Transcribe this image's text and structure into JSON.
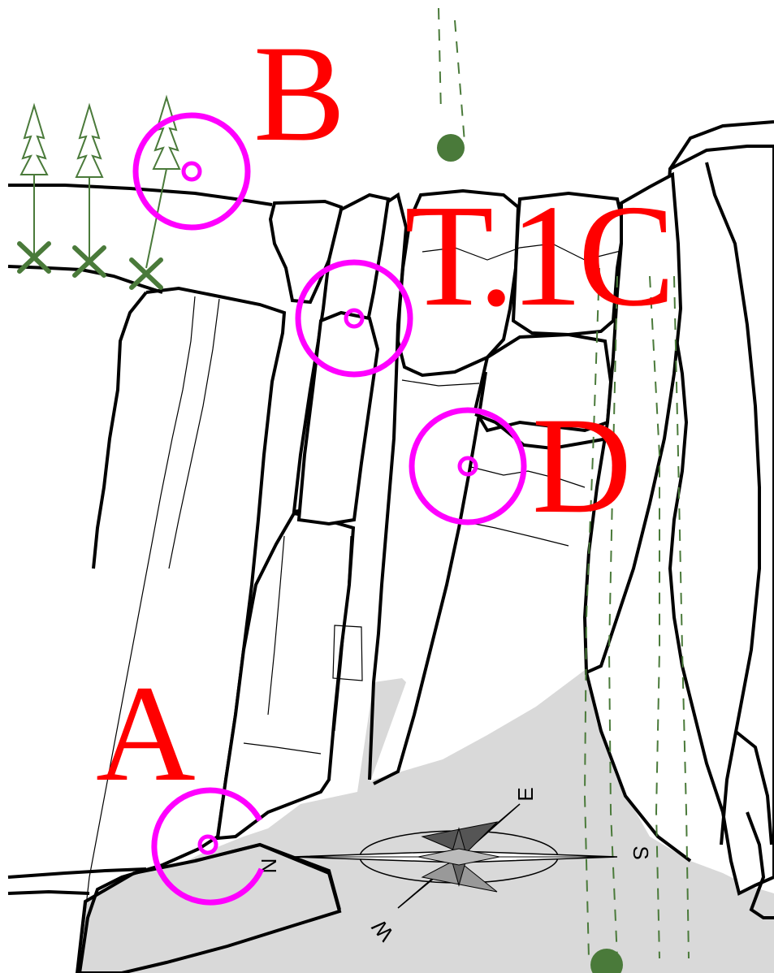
{
  "labels": {
    "b": "B",
    "t1c": "T.1C",
    "d": "D",
    "a": "A"
  },
  "compass": {
    "n": "N",
    "e": "E",
    "s": "S",
    "w": "W"
  },
  "colors": {
    "marker": "#ff00ff",
    "label": "#ff0000",
    "vegetation": "#4a7a3a",
    "ground": "#d9d9d9",
    "outline": "#000000"
  }
}
